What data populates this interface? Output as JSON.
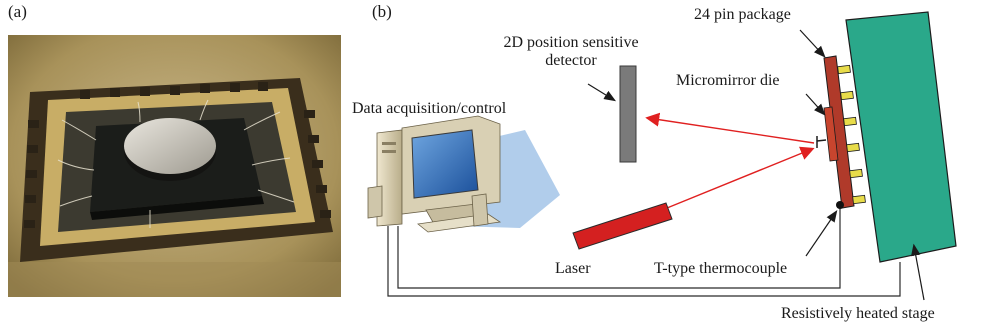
{
  "panels": {
    "a": "(a)",
    "b": "(b)"
  },
  "labels": {
    "psd_line1": "2D position sensitive",
    "psd_line2": "detector",
    "package": "24 pin package",
    "micromirror": "Micromirror die",
    "daq": "Data acquisition/control",
    "laser": "Laser",
    "thermocouple": "T-type thermocouple",
    "stage": "Resistively heated stage"
  },
  "colors": {
    "laser_beam": "#e02020",
    "laser_body": "#d42020",
    "detector": "#7a7a7a",
    "stage": "#2aa88a",
    "package": "#b03a2a",
    "pins": "#e8dc4a"
  }
}
